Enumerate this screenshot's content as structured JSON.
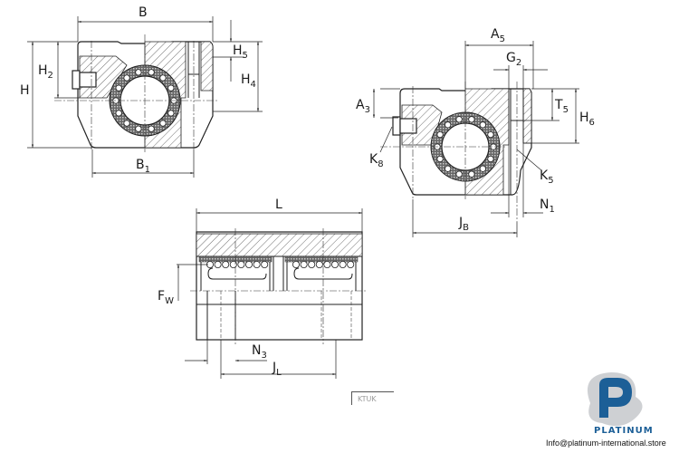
{
  "drawing": {
    "title": "Linear ball bearing unit technical drawing",
    "front_view": {
      "labels": {
        "B": "B",
        "B1": "B",
        "B1_sub": "1",
        "H": "H",
        "H2": "H",
        "H2_sub": "2",
        "H4": "H",
        "H4_sub": "4",
        "H5": "H",
        "H5_sub": "5"
      }
    },
    "side_view": {
      "labels": {
        "A5": "A",
        "A5_sub": "5",
        "G2": "G",
        "G2_sub": "2",
        "A3": "A",
        "A3_sub": "3",
        "T5": "T",
        "T5_sub": "5",
        "H6": "H",
        "H6_sub": "6",
        "K8": "K",
        "K8_sub": "8",
        "K5": "K",
        "K5_sub": "5",
        "N1": "N",
        "N1_sub": "1",
        "JB": "J",
        "JB_sub": "B"
      }
    },
    "length_view": {
      "labels": {
        "L": "L",
        "FW": "F",
        "FW_sub": "W",
        "N3": "N",
        "N3_sub": "3",
        "JL": "J",
        "JL_sub": "L"
      }
    },
    "fragment_text": "KTUK"
  },
  "watermark": {
    "brand": "PLATINUM",
    "email": "Info@platinum-international.store",
    "colors": {
      "primary": "#1c5f97",
      "secondary": "#b9bcc0"
    }
  }
}
